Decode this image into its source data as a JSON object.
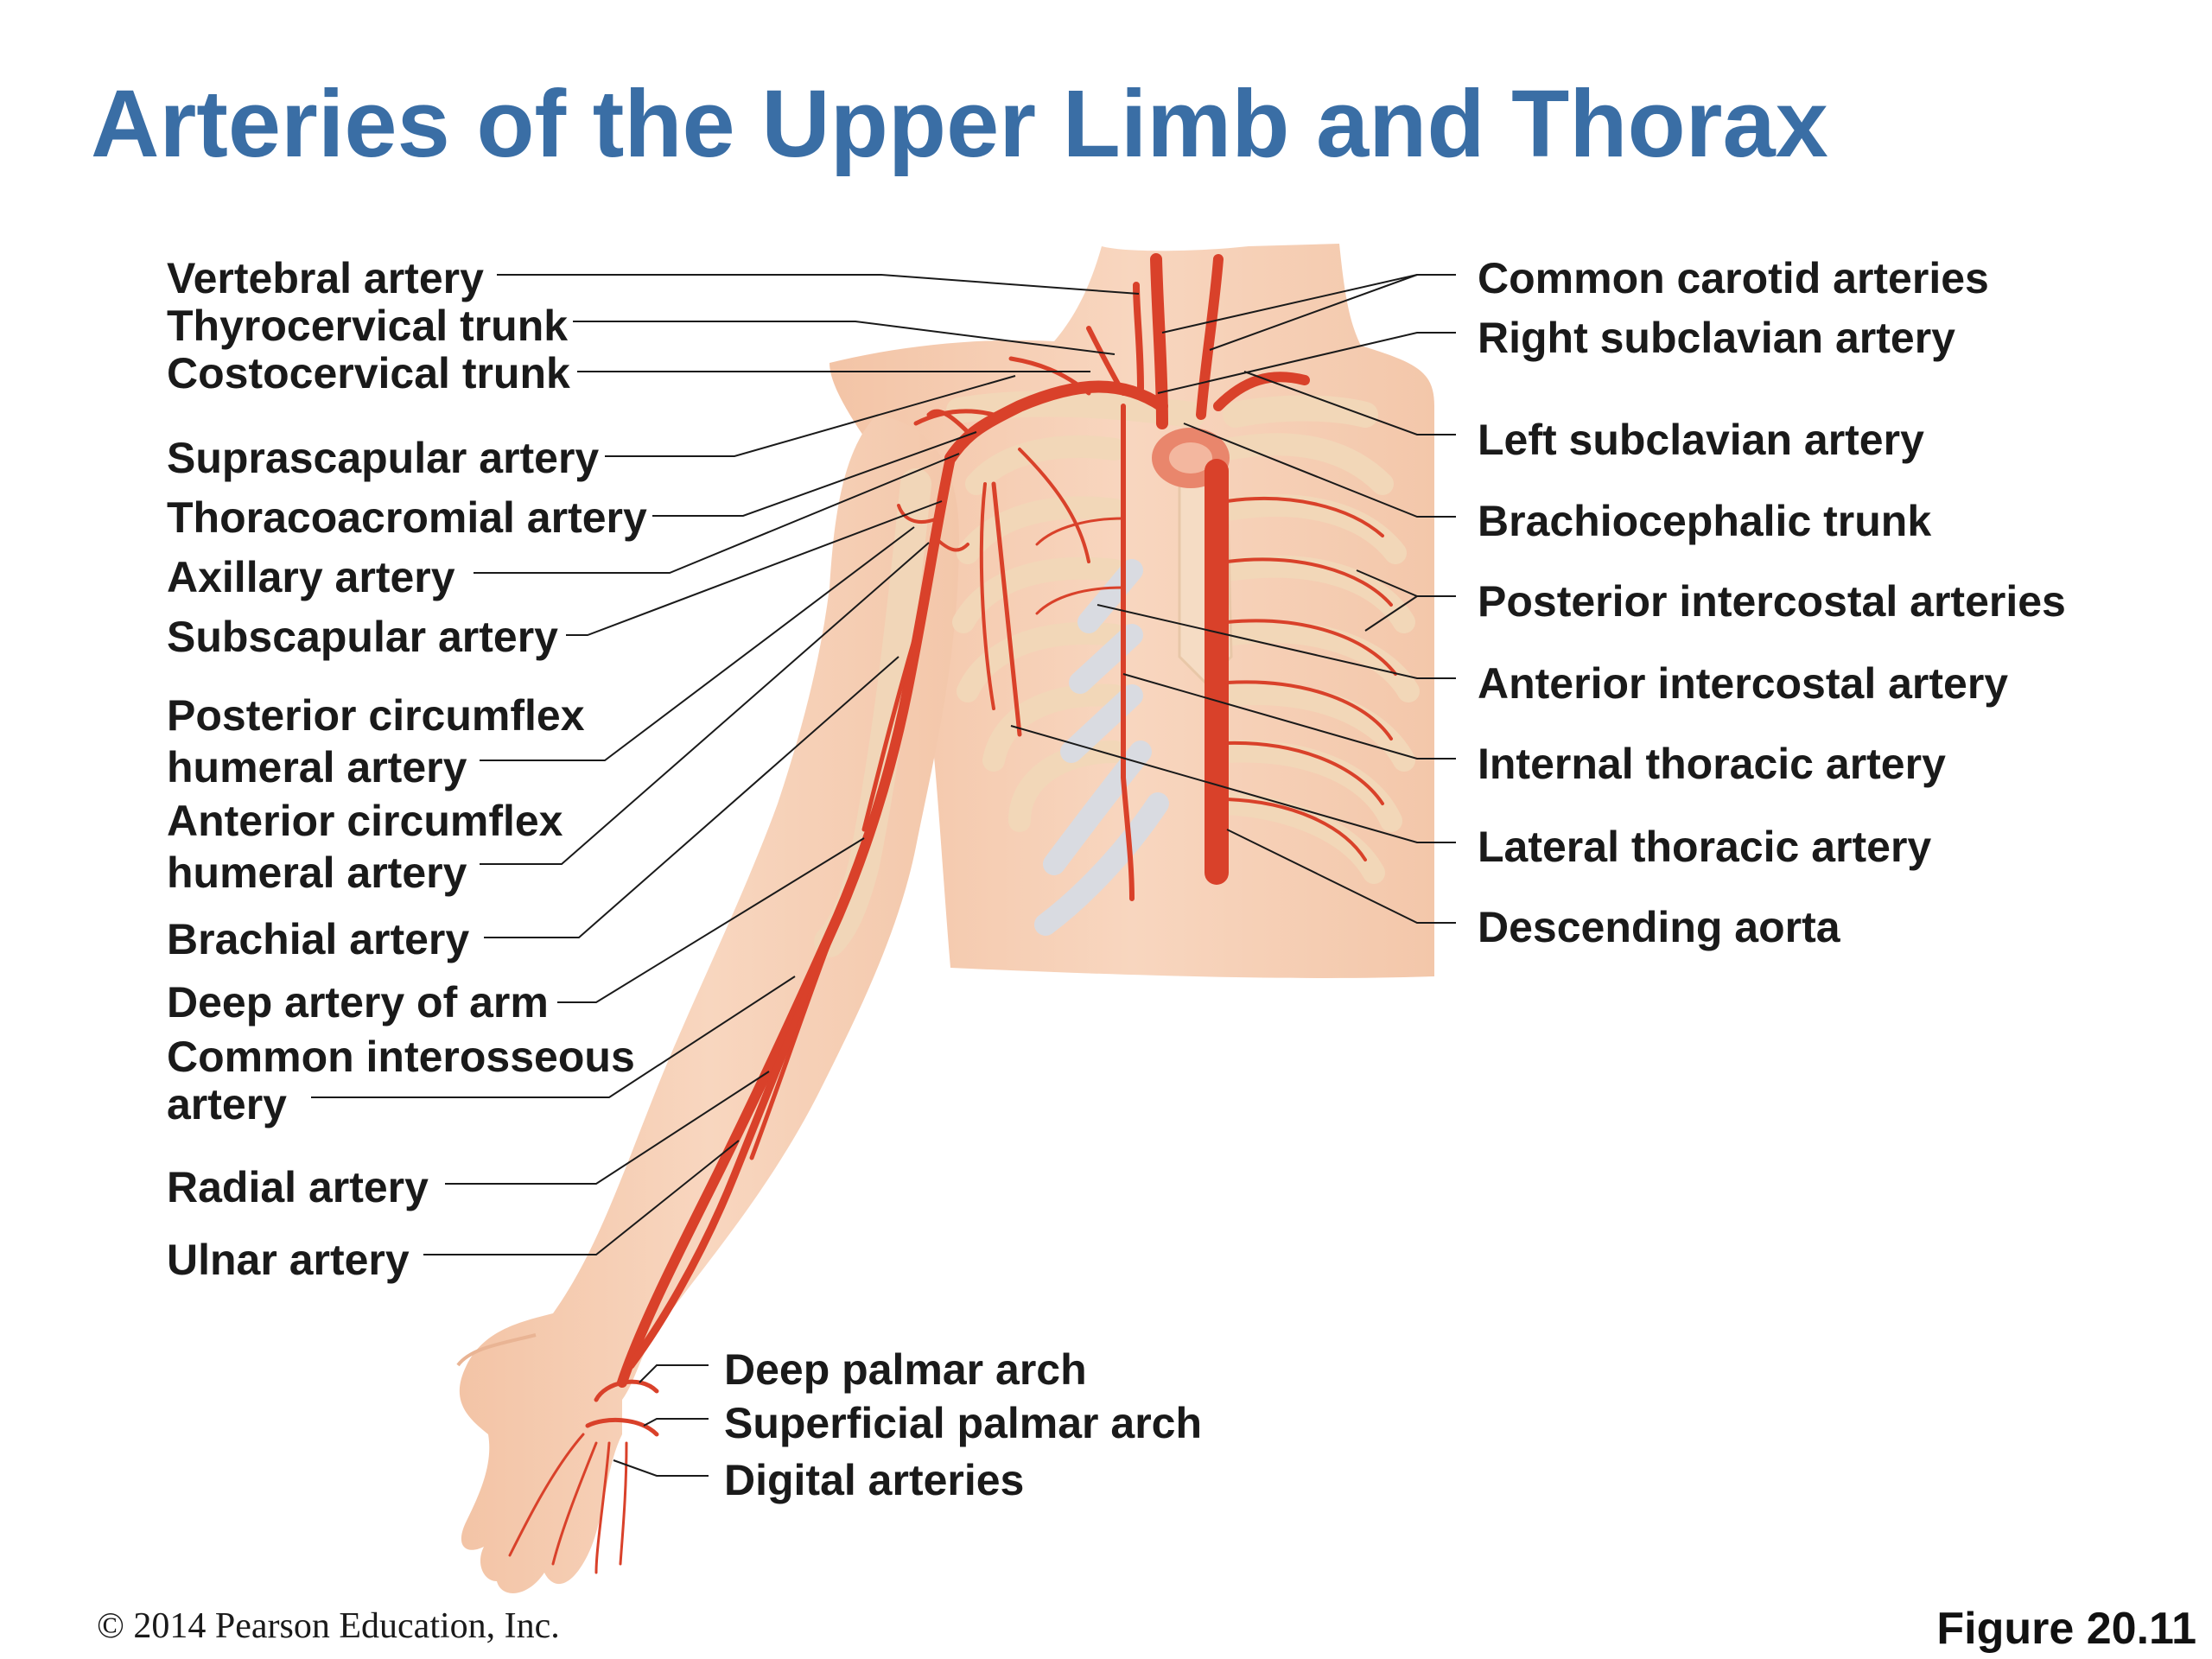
{
  "title": "Arteries of the Upper Limb and Thorax",
  "labels_left": {
    "vertebral": "Vertebral artery",
    "thyrocervical": "Thyrocervical trunk",
    "costocervical": "Costocervical trunk",
    "suprascapular": "Suprascapular artery",
    "thoracoacromial": "Thoracoacromial artery",
    "axillary": "Axillary artery",
    "subscapular": "Subscapular artery",
    "post_circ_1": "Posterior circumflex",
    "post_circ_2": "humeral artery",
    "ant_circ_1": "Anterior circumflex",
    "ant_circ_2": "humeral artery",
    "brachial": "Brachial artery",
    "deep_arm": "Deep artery of arm",
    "common_inter_1": "Common interosseous",
    "common_inter_2": "artery",
    "radial": "Radial artery",
    "ulnar": "Ulnar artery"
  },
  "labels_right": {
    "common_carotid": "Common carotid arteries",
    "right_subclavian": "Right subclavian artery",
    "left_subclavian": "Left subclavian artery",
    "brachiocephalic": "Brachiocephalic trunk",
    "posterior_intercostal": "Posterior intercostal arteries",
    "anterior_intercostal": "Anterior intercostal artery",
    "internal_thoracic": "Internal thoracic artery",
    "lateral_thoracic": "Lateral thoracic artery",
    "descending_aorta": "Descending aorta"
  },
  "labels_hand": {
    "deep_palmar": "Deep palmar arch",
    "superficial_palmar": "Superficial palmar arch",
    "digital": "Digital arteries"
  },
  "copyright": "© 2014 Pearson Education, Inc.",
  "figure": "Figure 20.11",
  "colors": {
    "title": "#3a6ea5",
    "skin": "#f6cfb4",
    "bone": "#f4dcc0",
    "cartilage": "#dcdde2",
    "artery": "#d9412a"
  }
}
